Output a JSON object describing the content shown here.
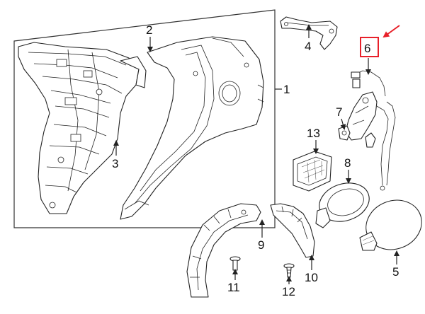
{
  "callouts": {
    "c1": "1",
    "c2": "2",
    "c3": "3",
    "c4": "4",
    "c5": "5",
    "c6": "6",
    "c7": "7",
    "c8": "8",
    "c9": "9",
    "c10": "10",
    "c11": "11",
    "c12": "12",
    "c13": "13"
  },
  "colors": {
    "highlight": "#e8202a",
    "line": "#222222"
  }
}
